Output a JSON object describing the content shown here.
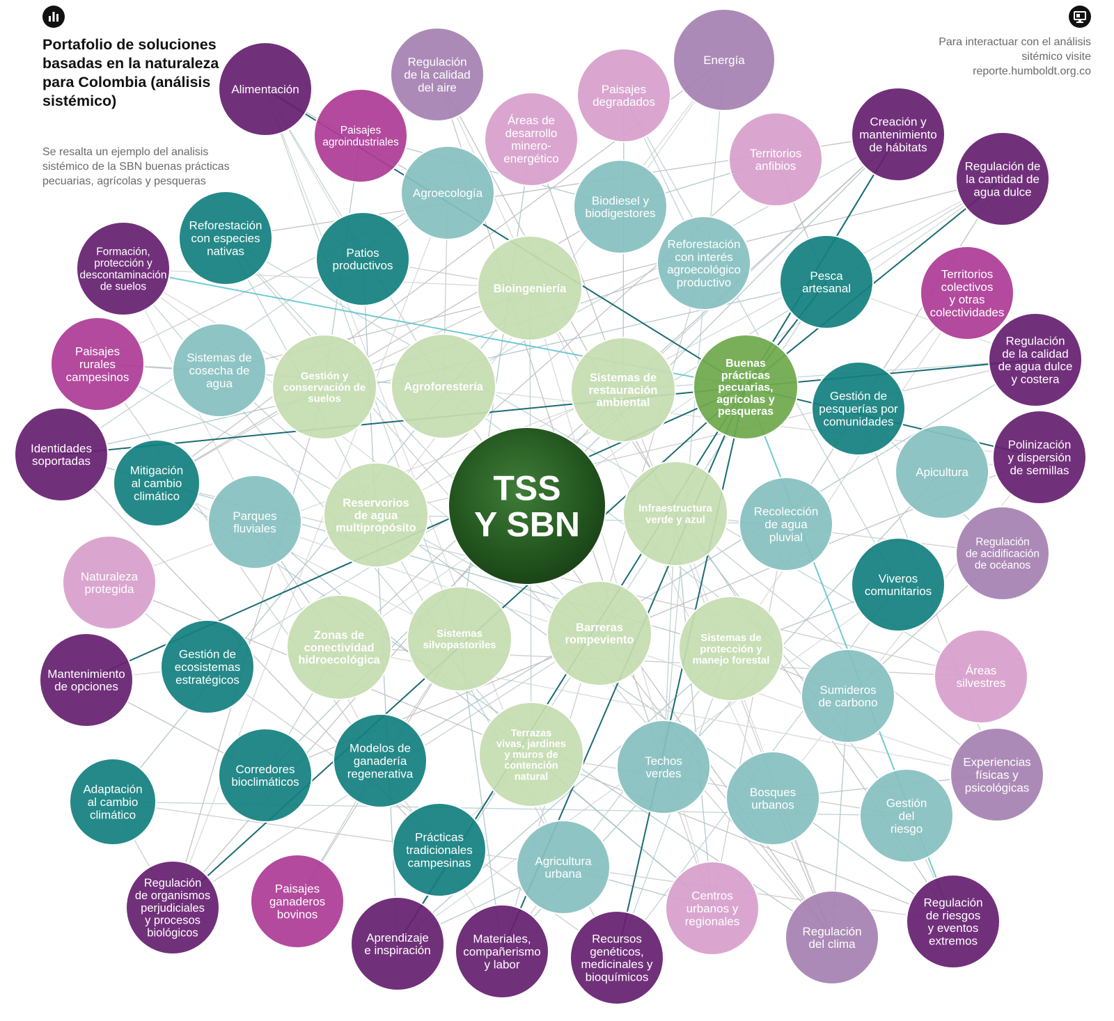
{
  "header": {
    "title": "Portafolio de soluciones basadas en la naturaleza para Colombia (análisis sistémico)",
    "subtitle": "Se resalta un ejemplo del analisis sistémico de la SBN buenas prácticas pecuarias, agrícolas y pesqueras",
    "info": "Para interactuar con el análisis sitémico visite reporte.humboldt.org.co",
    "left_icon": "bar-chart-icon",
    "right_icon": "monitor-icon"
  },
  "colors": {
    "center": "#2e6b2a",
    "core_light": "#c5ddb0",
    "highlight": "#6fa94c",
    "teal_dark": "#13807f",
    "teal_light": "#86c0c0",
    "purple_dark": "#662070",
    "purple_mid": "#a681b1",
    "magenta": "#ad3c96",
    "pink": "#d79fcb",
    "link_default": "#c8c8c8",
    "link_highlight": "#1a6b72",
    "link_cyan": "#62c4cc"
  },
  "diagram": {
    "center": {
      "id": "tss",
      "label": "TSS\nY SBN"
    },
    "nodes": [
      {
        "id": "bioingenieria",
        "type": "core_light",
        "label": "Bioingeniería"
      },
      {
        "id": "agroforesteria",
        "type": "core_light",
        "label": "Agroforestería"
      },
      {
        "id": "gestion_suelos",
        "type": "core_light",
        "label": "Gestión y\nconservación de\nsuelos"
      },
      {
        "id": "sist_restauracion",
        "type": "core_light",
        "label": "Sistemas de\nrestauración\nambiental"
      },
      {
        "id": "buenas_practicas",
        "type": "highlight",
        "label": "Buenas\nprácticas\npecuarias,\nagrícolas y\npesqueras"
      },
      {
        "id": "reservorios",
        "type": "core_light",
        "label": "Reservorios\nde agua\nmultipropósito"
      },
      {
        "id": "infra_verde",
        "type": "core_light",
        "label": "Infraestructura\nverde y azul"
      },
      {
        "id": "zonas_conectividad",
        "type": "core_light",
        "label": "Zonas de\nconectividad\nhidroecológica"
      },
      {
        "id": "silvopastoriles",
        "type": "core_light",
        "label": "Sistemas\nsilvopastoriles"
      },
      {
        "id": "rompeviento",
        "type": "core_light",
        "label": "Barreras\nrompeviento"
      },
      {
        "id": "proteccion_forestal",
        "type": "core_light",
        "label": "Sistemas de\nprotección y\nmanejo forestal"
      },
      {
        "id": "terrazas",
        "type": "core_light",
        "label": "Terrazas\nvivas, jardines\ny muros de\ncontención\nnatural"
      },
      {
        "id": "agroecologia",
        "type": "teal_light",
        "label": "Agroecología"
      },
      {
        "id": "patios",
        "type": "teal_dark",
        "label": "Patios\nproductivos"
      },
      {
        "id": "reforestacion_nativas",
        "type": "teal_dark",
        "label": "Reforestación\ncon especies\nnativas"
      },
      {
        "id": "biodiesel",
        "type": "teal_light",
        "label": "Biodiesel y\nbiodigestores"
      },
      {
        "id": "reforestacion_agro",
        "type": "teal_light",
        "label": "Reforestación\ncon interés\nagroecológico\nproductivo"
      },
      {
        "id": "pesca",
        "type": "teal_dark",
        "label": "Pesca\nartesanal"
      },
      {
        "id": "gestion_pesquerias",
        "type": "teal_dark",
        "label": "Gestión de\npesquerías por\ncomunidades"
      },
      {
        "id": "apicultura",
        "type": "teal_light",
        "label": "Apicultura"
      },
      {
        "id": "recoleccion_agua",
        "type": "teal_light",
        "label": "Recolección\nde agua\npluvial"
      },
      {
        "id": "viveros",
        "type": "teal_dark",
        "label": "Viveros\ncomunitarios"
      },
      {
        "id": "sumideros",
        "type": "teal_light",
        "label": "Sumideros\nde carbono"
      },
      {
        "id": "gestion_riesgo",
        "type": "teal_light",
        "label": "Gestión\ndel\nriesgo"
      },
      {
        "id": "bosques_urbanos",
        "type": "teal_light",
        "label": "Bosques\nurbanos"
      },
      {
        "id": "techos_verdes",
        "type": "teal_light",
        "label": "Techos\nverdes"
      },
      {
        "id": "agricultura_urbana",
        "type": "teal_light",
        "label": "Agricultura\nurbana"
      },
      {
        "id": "practicas_tradicionales",
        "type": "teal_dark",
        "label": "Prácticas\ntradicionales\ncampesinas"
      },
      {
        "id": "modelos_ganaderia",
        "type": "teal_dark",
        "label": "Modelos de\nganadería\nregenerativa"
      },
      {
        "id": "corredores",
        "type": "teal_dark",
        "label": "Corredores\nbioclimáticos"
      },
      {
        "id": "gestion_ecosistemas",
        "type": "teal_dark",
        "label": "Gestión de\necosistemas\nestratégicos"
      },
      {
        "id": "mitigacion",
        "type": "teal_dark",
        "label": "Mitigación\nal cambio\nclimático"
      },
      {
        "id": "adaptacion",
        "type": "teal_dark",
        "label": "Adaptación\nal cambio\nclimático"
      },
      {
        "id": "parques_fluviales",
        "type": "teal_light",
        "label": "Parques\nfluviales"
      },
      {
        "id": "cosecha_agua",
        "type": "teal_light",
        "label": "Sistemas de\ncosecha de\nagua"
      },
      {
        "id": "alimentacion",
        "type": "purple_dark",
        "label": "Alimentación"
      },
      {
        "id": "calidad_aire",
        "type": "purple_mid",
        "label": "Regulación\nde la calidad\ndel aire"
      },
      {
        "id": "energia",
        "type": "purple_mid",
        "label": "Energía"
      },
      {
        "id": "creacion_habitats",
        "type": "purple_dark",
        "label": "Creación y\nmantenimiento\nde hábitats"
      },
      {
        "id": "cantidad_agua",
        "type": "purple_dark",
        "label": "Regulación de\nla cantidad de\nagua dulce"
      },
      {
        "id": "calidad_agua",
        "type": "purple_dark",
        "label": "Regulación\nde la calidad\nde agua dulce\ny costera"
      },
      {
        "id": "polinizacion",
        "type": "purple_dark",
        "label": "Polinización\ny dispersión\nde semillas"
      },
      {
        "id": "acidificacion",
        "type": "purple_mid",
        "label": "Regulación\nde acidificación\nde océanos"
      },
      {
        "id": "experiencias",
        "type": "purple_mid",
        "label": "Experiencias\nfísicas y\npsicológicas"
      },
      {
        "id": "riesgos_extremos",
        "type": "purple_dark",
        "label": "Regulación\nde riesgos\ny eventos\nextremos"
      },
      {
        "id": "clima",
        "type": "purple_mid",
        "label": "Regulación\ndel clima"
      },
      {
        "id": "recursos_geneticos",
        "type": "purple_dark",
        "label": "Recursos\ngenéticos,\nmedicinales y\nbioquímicos"
      },
      {
        "id": "materiales",
        "type": "purple_dark",
        "label": "Materiales,\ncompañerismo\ny labor"
      },
      {
        "id": "aprendizaje",
        "type": "purple_dark",
        "label": "Aprendizaje\ne inspiración"
      },
      {
        "id": "organismos",
        "type": "purple_dark",
        "label": "Regulación\nde organismos\nperjudiciales\ny procesos\nbiológicos"
      },
      {
        "id": "mantenimiento_opciones",
        "type": "purple_dark",
        "label": "Mantenimiento\nde opciones"
      },
      {
        "id": "identidades",
        "type": "purple_dark",
        "label": "Identidades\nsoportadas"
      },
      {
        "id": "formacion_suelos",
        "type": "purple_dark",
        "label": "Formación,\nprotección y\ndescontaminación\nde suelos"
      },
      {
        "id": "paisajes_agro",
        "type": "magenta",
        "label": "Paisajes\nagroindustriales"
      },
      {
        "id": "paisajes_rurales",
        "type": "magenta",
        "label": "Paisajes\nrurales\ncampesinos"
      },
      {
        "id": "territorios_colectivos",
        "type": "magenta",
        "label": "Territorios\ncolectivos\ny otras\ncolectividades"
      },
      {
        "id": "paisajes_bovinos",
        "type": "magenta",
        "label": "Paisajes\nganaderos\nbovinos"
      },
      {
        "id": "areas_minero",
        "type": "pink",
        "label": "Áreas de\ndesarrollo\nminero-\nenergético"
      },
      {
        "id": "paisajes_degradados",
        "type": "pink",
        "label": "Paisajes\ndegradados"
      },
      {
        "id": "territorios_anfibios",
        "type": "pink",
        "label": "Territorios\nanfibios"
      },
      {
        "id": "naturaleza_protegida",
        "type": "pink",
        "label": "Naturaleza\nprotegida"
      },
      {
        "id": "areas_silvestres",
        "type": "pink",
        "label": "Áreas\nsilvestres"
      },
      {
        "id": "centros_urbanos",
        "type": "pink",
        "label": "Centros\nurbanos y\nregionales"
      }
    ],
    "highlight_links": [
      [
        "buenas_practicas",
        "alimentacion"
      ],
      [
        "buenas_practicas",
        "identidades"
      ],
      [
        "buenas_practicas",
        "cantidad_agua"
      ],
      [
        "buenas_practicas",
        "calidad_agua"
      ],
      [
        "buenas_practicas",
        "polinizacion"
      ],
      [
        "buenas_practicas",
        "mantenimiento_opciones"
      ],
      [
        "buenas_practicas",
        "organismos"
      ],
      [
        "buenas_practicas",
        "aprendizaje"
      ],
      [
        "buenas_practicas",
        "materiales"
      ],
      [
        "buenas_practicas",
        "recursos_geneticos"
      ],
      [
        "buenas_practicas",
        "pesca"
      ],
      [
        "buenas_practicas",
        "creacion_habitats"
      ]
    ],
    "cyan_links": [
      [
        "buenas_practicas",
        "formacion_suelos"
      ],
      [
        "buenas_practicas",
        "riesgos_extremos"
      ],
      [
        "buenas_practicas",
        "creacion_habitats"
      ]
    ],
    "links": [
      [
        "bioingenieria",
        "gestion_suelos"
      ],
      [
        "bioingenieria",
        "terrazas"
      ],
      [
        "bioingenieria",
        "formacion_suelos"
      ],
      [
        "bioingenieria",
        "adaptacion"
      ],
      [
        "bioingenieria",
        "riesgos_extremos"
      ],
      [
        "bioingenieria",
        "patios"
      ],
      [
        "agroforesteria",
        "alimentacion"
      ],
      [
        "agroforesteria",
        "polinizacion"
      ],
      [
        "agroforesteria",
        "paisajes_rurales"
      ],
      [
        "agroforesteria",
        "clima"
      ],
      [
        "agroforesteria",
        "agroecologia"
      ],
      [
        "agroforesteria",
        "creacion_habitats"
      ],
      [
        "gestion_suelos",
        "formacion_suelos"
      ],
      [
        "gestion_suelos",
        "paisajes_agro"
      ],
      [
        "gestion_suelos",
        "organismos"
      ],
      [
        "gestion_suelos",
        "mitigacion"
      ],
      [
        "sist_restauracion",
        "creacion_habitats"
      ],
      [
        "sist_restauracion",
        "naturaleza_protegida"
      ],
      [
        "sist_restauracion",
        "paisajes_degradados"
      ],
      [
        "sist_restauracion",
        "areas_minero"
      ],
      [
        "sist_restauracion",
        "clima"
      ],
      [
        "sist_restauracion",
        "calidad_agua"
      ],
      [
        "reservorios",
        "cantidad_agua"
      ],
      [
        "reservorios",
        "riesgos_extremos"
      ],
      [
        "reservorios",
        "territorios_anfibios"
      ],
      [
        "reservorios",
        "cosecha_agua"
      ],
      [
        "reservorios",
        "recoleccion_agua"
      ],
      [
        "reservorios",
        "energia"
      ],
      [
        "infra_verde",
        "centros_urbanos"
      ],
      [
        "infra_verde",
        "calidad_aire"
      ],
      [
        "infra_verde",
        "experiencias"
      ],
      [
        "infra_verde",
        "techos_verdes"
      ],
      [
        "infra_verde",
        "clima"
      ],
      [
        "infra_verde",
        "gestion_riesgo"
      ],
      [
        "zonas_conectividad",
        "creacion_habitats"
      ],
      [
        "zonas_conectividad",
        "areas_silvestres"
      ],
      [
        "zonas_conectividad",
        "corredores"
      ],
      [
        "zonas_conectividad",
        "cantidad_agua"
      ],
      [
        "zonas_conectividad",
        "parques_fluviales"
      ],
      [
        "silvopastoriles",
        "paisajes_bovinos"
      ],
      [
        "silvopastoriles",
        "modelos_ganaderia"
      ],
      [
        "silvopastoriles",
        "alimentacion"
      ],
      [
        "silvopastoriles",
        "mitigacion"
      ],
      [
        "silvopastoriles",
        "materiales"
      ],
      [
        "rompeviento",
        "clima"
      ],
      [
        "rompeviento",
        "organismos"
      ],
      [
        "rompeviento",
        "paisajes_rurales"
      ],
      [
        "rompeviento",
        "formacion_suelos"
      ],
      [
        "proteccion_forestal",
        "viveros"
      ],
      [
        "proteccion_forestal",
        "sumideros"
      ],
      [
        "proteccion_forestal",
        "materiales"
      ],
      [
        "proteccion_forestal",
        "recursos_geneticos"
      ],
      [
        "proteccion_forestal",
        "territorios_colectivos"
      ],
      [
        "proteccion_forestal",
        "aprendizaje"
      ],
      [
        "terrazas",
        "riesgos_extremos"
      ],
      [
        "terrazas",
        "gestion_riesgo"
      ],
      [
        "terrazas",
        "formacion_suelos"
      ],
      [
        "terrazas",
        "practicas_tradicionales"
      ],
      [
        "terrazas",
        "centros_urbanos"
      ],
      [
        "agroecologia",
        "alimentacion"
      ],
      [
        "agroecologia",
        "paisajes_rurales"
      ],
      [
        "agroecologia",
        "identidades"
      ],
      [
        "patios",
        "alimentacion"
      ],
      [
        "patios",
        "aprendizaje"
      ],
      [
        "reforestacion_nativas",
        "creacion_habitats"
      ],
      [
        "reforestacion_nativas",
        "clima"
      ],
      [
        "reforestacion_nativas",
        "recursos_geneticos"
      ],
      [
        "biodiesel",
        "energia"
      ],
      [
        "biodiesel",
        "paisajes_agro"
      ],
      [
        "biodiesel",
        "mitigacion"
      ],
      [
        "reforestacion_agro",
        "materiales"
      ],
      [
        "reforestacion_agro",
        "paisajes_degradados"
      ],
      [
        "pesca",
        "calidad_agua"
      ],
      [
        "pesca",
        "identidades"
      ],
      [
        "pesca",
        "territorios_anfibios"
      ],
      [
        "gestion_pesquerias",
        "territorios_colectivos"
      ],
      [
        "gestion_pesquerias",
        "acidificacion"
      ],
      [
        "apicultura",
        "polinizacion"
      ],
      [
        "apicultura",
        "materiales"
      ],
      [
        "recoleccion_agua",
        "cantidad_agua"
      ],
      [
        "recoleccion_agua",
        "centros_urbanos"
      ],
      [
        "viveros",
        "recursos_geneticos"
      ],
      [
        "viveros",
        "aprendizaje"
      ],
      [
        "sumideros",
        "clima"
      ],
      [
        "sumideros",
        "acidificacion"
      ],
      [
        "gestion_riesgo",
        "riesgos_extremos"
      ],
      [
        "gestion_riesgo",
        "adaptacion"
      ],
      [
        "bosques_urbanos",
        "calidad_aire"
      ],
      [
        "bosques_urbanos",
        "experiencias"
      ],
      [
        "bosques_urbanos",
        "clima"
      ],
      [
        "techos_verdes",
        "centros_urbanos"
      ],
      [
        "techos_verdes",
        "energia"
      ],
      [
        "agricultura_urbana",
        "alimentacion"
      ],
      [
        "agricultura_urbana",
        "aprendizaje"
      ],
      [
        "practicas_tradicionales",
        "identidades"
      ],
      [
        "practicas_tradicionales",
        "paisajes_rurales"
      ],
      [
        "modelos_ganaderia",
        "paisajes_bovinos"
      ],
      [
        "modelos_ganaderia",
        "formacion_suelos"
      ],
      [
        "corredores",
        "creacion_habitats"
      ],
      [
        "corredores",
        "polinizacion"
      ],
      [
        "gestion_ecosistemas",
        "naturaleza_protegida"
      ],
      [
        "gestion_ecosistemas",
        "cantidad_agua"
      ],
      [
        "gestion_ecosistemas",
        "mantenimiento_opciones"
      ],
      [
        "mitigacion",
        "clima"
      ],
      [
        "mitigacion",
        "energia"
      ],
      [
        "adaptacion",
        "riesgos_extremos"
      ],
      [
        "adaptacion",
        "organismos"
      ],
      [
        "parques_fluviales",
        "experiencias"
      ],
      [
        "parques_fluviales",
        "centros_urbanos"
      ],
      [
        "cosecha_agua",
        "cantidad_agua"
      ],
      [
        "cosecha_agua",
        "paisajes_rurales"
      ],
      [
        "reforestacion_nativas",
        "areas_silvestres"
      ],
      [
        "agroecologia",
        "organismos"
      ],
      [
        "biodiesel",
        "territorios_anfibios"
      ],
      [
        "gestion_suelos",
        "reforestacion_agro"
      ],
      [
        "infra_verde",
        "acidificacion"
      ],
      [
        "rompeviento",
        "reforestacion_nativas"
      ],
      [
        "zonas_conectividad",
        "experiencias"
      ],
      [
        "silvopastoriles",
        "areas_minero"
      ],
      [
        "terrazas",
        "naturaleza_protegida"
      ],
      [
        "reservorios",
        "calidad_agua"
      ],
      [
        "agroforesteria",
        "sumideros"
      ],
      [
        "bioingenieria",
        "centros_urbanos"
      ],
      [
        "proteccion_forestal",
        "identidades"
      ],
      [
        "sist_restauracion",
        "organismos"
      ],
      [
        "gestion_pesquerias",
        "experiencias"
      ],
      [
        "pesca",
        "aprendizaje"
      ],
      [
        "bosques_urbanos",
        "polinizacion"
      ],
      [
        "modelos_ganaderia",
        "calidad_agua"
      ],
      [
        "corredores",
        "mantenimiento_opciones"
      ],
      [
        "mitigacion",
        "areas_silvestres"
      ],
      [
        "viveros",
        "paisajes_degradados"
      ],
      [
        "practicas_tradicionales",
        "materiales"
      ],
      [
        "agricultura_urbana",
        "centros_urbanos"
      ],
      [
        "techos_verdes",
        "calidad_aire"
      ],
      [
        "gestion_ecosistemas",
        "recursos_geneticos"
      ]
    ]
  }
}
